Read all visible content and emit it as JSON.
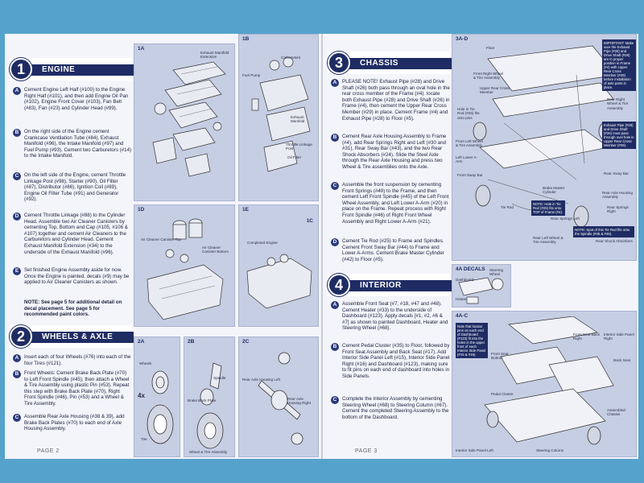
{
  "left_page": {
    "sections": [
      {
        "number": "1",
        "title": "ENGINE",
        "steps": [
          {
            "letter": "A",
            "text": "Cement Engine Left Half (#100) to the Engine Right Half (#101), and then add Engine Oil Pan (#102), Engine Front Cover (#103), Fan Belt (#83), Fan (#23) and Cylinder Head (#99)."
          },
          {
            "letter": "B",
            "text": "On the right side of the Engine cement Crankcase Ventilation Tube (#84), Exhaust Manifold (#96), the Intake Manifold (#97) and Fuel Pump (#93). Cement two Carburetors (#14) to the Intake Manifold."
          },
          {
            "letter": "C",
            "text": "On the left side of the Engine, cement Throttle Linkage Post (#98), Starter (#90), Oil Filter (#87), Distributor (#86), Ignition Coil (#89), Engine Oil Filter Tube (#91) and Generator (#92)."
          },
          {
            "letter": "D",
            "text": "Cement Throttle Linkage (#88) to the Cylinder Head. Assemble two Air Cleaner Canisters by cementing Top, Bottom and Cap (#105, #106 & #107) together and cement Air Cleaners to the Carburetors and Cylinder Head. Cement Exhaust Manifold Extension (#34) to the underside of the Exhaust Manifold (#96)."
          },
          {
            "letter": "E",
            "text": "Set finished Engine Assembly aside for now. Once the Engine is painted, decals (#9) may be applied to Air Cleaner Canisters as shown."
          }
        ],
        "note": "NOTE: See page 5 for additional detail on decal placement. See page 5 for recommended paint colors."
      },
      {
        "number": "2",
        "title": "WHEELS & AXLE",
        "steps": [
          {
            "letter": "A",
            "text": "Insert each of four Wheels (#76) into each of the four Tires (#121)."
          },
          {
            "letter": "B",
            "text": "Front Wheels: Cement Brake Back Plate (#70) to Left Front Spindle (#45); then attach a Wheel & Tire Assembly using plastic Pin (#53). Repeat this step with Brake Back Plate (#70), Right Front Spindle (#46), Pin (#53) and a Wheel & Tire Assembly."
          },
          {
            "letter": "C",
            "text": "Assemble Rear Axle Housing (#38 & 39), add Brake Back Plates (#70) to each end of Axle Housing Assembly."
          }
        ]
      }
    ],
    "panels": {
      "p1a": "1A",
      "p1b": "1B",
      "p1c": "1C",
      "p1d": "1D",
      "p1e": "1E",
      "p2a": "2A",
      "p2b": "2B",
      "p2c": "2C"
    },
    "callouts": {
      "exhaust_manifold_ext": "Exhaust Manifold Extension",
      "carburetors": "Carburetors",
      "fuel_pump": "Fuel Pump",
      "exhaust_manifold": "Exhaust Manifold",
      "throttle_linkage_post": "Throttle Linkage Post",
      "oil_filter": "Oil Filter",
      "air_cleaner": "Air Cleaner Canister Top",
      "air_cleaner_bottom": "Air Cleaner Canister Bottom",
      "completed_engine": "Completed Engine",
      "wheels": "Wheels",
      "tire": "Tire",
      "spindle": "Spindle",
      "brake_back_plate": "Brake Back Plate",
      "wheel_tire_assembly": "Wheel & Tire Assembly",
      "rear_axle_housing_left": "Rear Axle Housing Left",
      "rear_axle_housing_right": "Rear Axle Housing Right",
      "four_x": "4x"
    },
    "footer": "PAGE 2"
  },
  "right_page": {
    "sections": [
      {
        "number": "3",
        "title": "CHASSIS",
        "steps": [
          {
            "letter": "A",
            "text": "PLEASE NOTE! Exhaust Pipe (#28) and Drive Shaft (#26) both pass through an oval hole in the rear cross member of the Frame (#4). locate both Exhaust Pipe (#28) and Drive Shaft (#26) in Frame (#4), then cement the Upper Rear Cross Member (#29) in place. Cement Frame (#4) and Exhaust Pipe (#28) to Floor (#5)."
          },
          {
            "letter": "B",
            "text": "Cement Rear Axle Housing Assembly to Frame (#4), add Rear Springs Right and Left (#30 and #31), Rear Sway Bar (#43), and the two Rear Shock Absorbers (#24). Slide the Steel Axle through the Rear Axle Housing and press two Wheel & Tire assemblies onto the Axle."
          },
          {
            "letter": "C",
            "text": "Assemble the front suspension by cementing Front Springs (#49) to the Frame, and then cement Left Front Spindle (#45) of the Left Front Wheel Assembly, and Left Lower A-Arm (#20) in place on the Frame. Repeat process with Right Front Spindle (#46) of Right Front Wheel Assembly and Right Lower A-Arm (#21)."
          },
          {
            "letter": "D",
            "text": "Cement Tie Rod (#25) to Frame and Spindles. Cement Front Sway Bar (#44) to Frame and Lower A-Arms. Cement Brake Master Cylinder (#42) to Floor (#5)."
          }
        ]
      },
      {
        "number": "4",
        "title": "INTERIOR",
        "steps": [
          {
            "letter": "A",
            "text": "Assemble Front Seat (#7, #18, #47 and #48). Cement Heater (#33) to the underside of Dashboard (#123). Apply decals [#1, #2, #6 & #7] as shown to painted Dashboard, Heater and Steering Wheel (#68)."
          },
          {
            "letter": "B",
            "text": "Cement Pedal Cluster (#35) to Floor, followed by Front Seat Assembly and Back Seat (#17). Add Interior Side Panel Left (#15), Interior Side Panel Right (#16) and Dashboard (#123), making sure to fit pins on each end of dashboard into holes in Side Panels."
          },
          {
            "letter": "C",
            "text": "Complete the Interior Assembly by cementing Steering Wheel (#68) to Steering Column (#67). Cement the completed Steering Assembly to the bottom of the Dashboard."
          }
        ]
      }
    ],
    "panels": {
      "p3": "3A-D",
      "p4decals": "4A DECALS",
      "p4ac": "4A-C"
    },
    "insets": {
      "important": "IMPORTANT: Make sure the Exhaust Pipe (#28) and Drive Shaft (#26) are in proper position in Frame (#4) with Upper Rear Cross Member (#29) before installation of axle parts in place.",
      "exhaust": "Exhaust Pipe (#28) and Drive Shaft (#26) must pass through oval hole in Upper Rear Cross Member (#29).",
      "frame_note": "NOTE: Hole in Tie Rod (#25) fits onto TOP of Frame (#4).",
      "spindle_note": "NOTE: Spot of this Tie Rod fits onto the Spindle (#45 & #46).",
      "seat_note": "Note that locator pins on each end of Dashboard (#123) fit into the holes in the upper front of each Interior Side Panel (#15 & #16)."
    },
    "callouts": {
      "floor": "Floor",
      "hole_in_tie_rod": "Hole in Tie Rod (#25) fits onto pins",
      "front_right_wheel": "Front Right Wheel & Tire Assembly",
      "rear_right_wheel": "Rear Right Wheel & Tire Assembly",
      "upper_rear_cross": "Upper Rear Cross Member",
      "front_left_wheel": "Front Left Wheel & Tire Assembly",
      "left_lower_a_arm": "Left Lower A-Arm",
      "front_sway_bar": "Front Sway Bar",
      "tie_rod": "Tie Rod",
      "brake_master": "Brake Master Cylinder",
      "rear_springs_left": "Rear Springs Left",
      "rear_sway_bar": "Rear Sway Bar",
      "rear_axle_housing": "Rear Axle Housing Assembly",
      "rear_springs_right": "Rear Springs Right",
      "rear_left_wheel": "Rear Left Wheel & Tire Assembly",
      "rear_shock": "Rear Shock Absorbers",
      "dashboard": "Dashboard",
      "heater": "Heater",
      "steering_wheel": "Steering Wheel",
      "front_seat_back_right": "Front Seat Back Right",
      "interior_side_right": "Interior Side Panel Right",
      "back_seat": "Back Seat",
      "front_seat_bottom": "Front Seat Bottom",
      "pedal_cluster": "Pedal Cluster",
      "interior_side_left": "Interior Side Panel Left",
      "steering_column": "Steering Column",
      "assembled_chassis": "Assembled Chassis"
    },
    "footer": "PAGE 3"
  }
}
